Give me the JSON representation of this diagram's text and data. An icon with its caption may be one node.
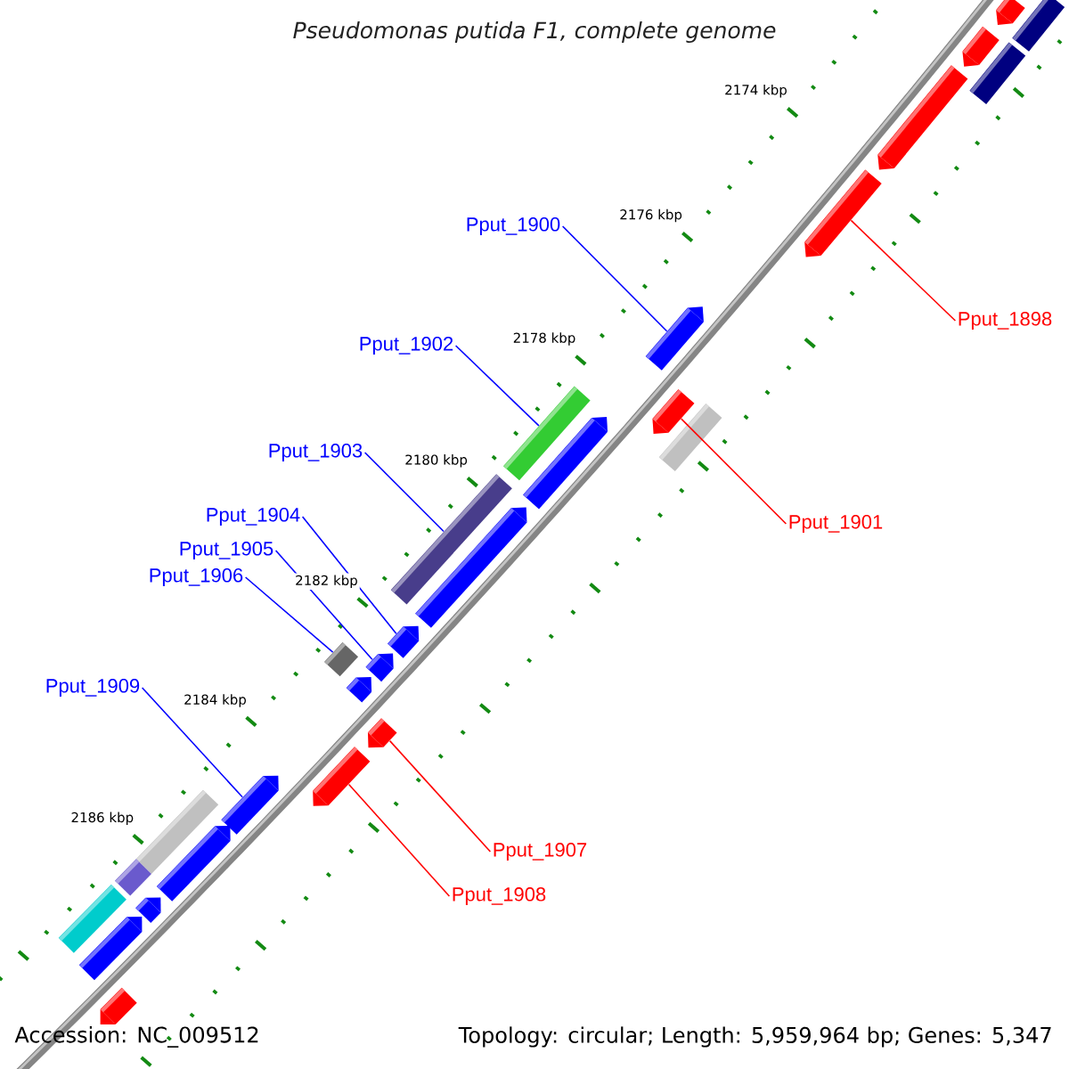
{
  "diagram": {
    "title": "Pseudomonas putida F1, complete genome",
    "nodes": [
      {
        "text": [
          "Pput_1900"
        ]
      },
      {
        "text": [
          "Pput_1898"
        ]
      },
      {
        "text": [
          "Pput_1902"
        ]
      },
      {
        "text": [
          "Pput_1903"
        ]
      },
      {
        "text": [
          "Pput_1901"
        ]
      },
      {
        "text": [
          "Pput_1904"
        ]
      },
      {
        "text": [
          "Pput_1905"
        ]
      },
      {
        "text": [
          "Pput_1906"
        ]
      },
      {
        "text": [
          "Pput_1909"
        ]
      },
      {
        "text": [
          "Pput_1907"
        ]
      },
      {
        "text": [
          "Pput_1908"
        ]
      },
      {
        "text": [],
        "shape": "arrow"
      },
      {
        "text": [],
        "shape": "arrow"
      },
      {
        "text": [],
        "shape": "box"
      },
      {
        "text": [],
        "shape": "box"
      },
      {
        "text": [],
        "shape": "arrow"
      },
      {
        "text": [],
        "shape": "arrow"
      },
      {
        "text": [],
        "shape": "arrow"
      },
      {
        "text": [],
        "shape": "box"
      },
      {
        "text": [],
        "shape": "arrow"
      },
      {
        "text": [],
        "shape": "arrow"
      },
      {
        "text": [],
        "shape": "arrow"
      },
      {
        "text": [],
        "shape": "arrow"
      },
      {
        "text": [],
        "shape": "arrow"
      },
      {
        "text": [],
        "shape": "arrow"
      },
      {
        "text": [],
        "shape": "arrow"
      },
      {
        "text": [],
        "shape": "arrow"
      },
      {
        "text": [],
        "shape": "arrow"
      },
      {
        "text": [],
        "shape": "box"
      },
      {
        "text": [],
        "shape": "box"
      },
      {
        "text": [],
        "shape": "box"
      },
      {
        "text": [],
        "shape": "arrow"
      },
      {
        "text": [],
        "shape": "arrow"
      },
      {
        "text": [],
        "shape": "arrow"
      },
      {
        "text": [],
        "shape": "arrow"
      },
      {
        "text": [],
        "shape": "box"
      },
      {
        "text": [],
        "shape": "box"
      },
      {
        "text": [],
        "shape": "box"
      }
    ],
    "edges": [
      {
        "from": 0,
        "to": 11,
        "arrow": "none"
      },
      {
        "from": 1,
        "to": 12,
        "arrow": "none",
        "color": "#ff0000"
      },
      {
        "from": 2,
        "to": 13,
        "arrow": "none"
      },
      {
        "from": 3,
        "to": 14,
        "arrow": "none"
      },
      {
        "from": 4,
        "to": 15,
        "arrow": "none",
        "color": "#ff0000"
      },
      {
        "from": 5,
        "to": 16,
        "arrow": "none"
      },
      {
        "from": 6,
        "to": 17,
        "arrow": "none"
      },
      {
        "from": 7,
        "to": 18,
        "arrow": "none"
      },
      {
        "from": 8,
        "to": 19,
        "arrow": "none"
      },
      {
        "from": 9,
        "to": 20,
        "arrow": "none",
        "color": "#ff0000"
      },
      {
        "from": 10,
        "to": 21,
        "arrow": "none",
        "color": "#ff0000"
      }
    ],
    "labels": [
      "2174 kbp",
      "2176 kbp",
      "2178 kbp",
      "2180 kbp",
      "2182 kbp",
      "2184 kbp",
      "2186 kbp",
      "Accession: NC_009512",
      "Topology: circular; Length: 5,959,964 bp; Genes: 5,347"
    ]
  }
}
